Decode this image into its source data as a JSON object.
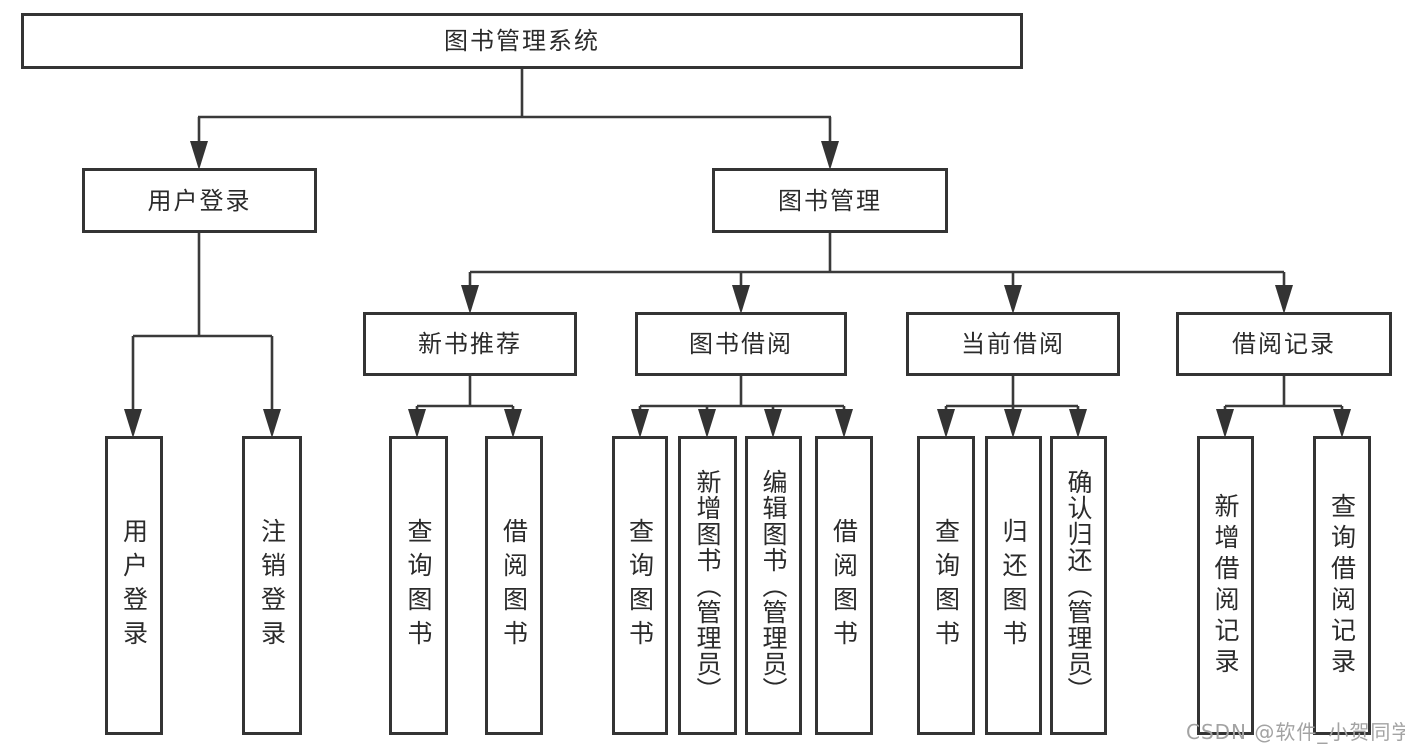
{
  "diagram": {
    "root": {
      "label": "图书管理系统",
      "children": [
        {
          "label": "用户登录",
          "children": [
            {
              "label": "用户登录"
            },
            {
              "label": "注销登录"
            }
          ]
        },
        {
          "label": "图书管理",
          "children": [
            {
              "label": "新书推荐",
              "children": [
                {
                  "label": "查询图书"
                },
                {
                  "label": "借阅图书"
                }
              ]
            },
            {
              "label": "图书借阅",
              "children": [
                {
                  "label": "查询图书"
                },
                {
                  "label": "新增图书（管理员）"
                },
                {
                  "label": "编辑图书（管理员）"
                },
                {
                  "label": "借阅图书"
                }
              ]
            },
            {
              "label": "当前借阅",
              "children": [
                {
                  "label": "查询图书"
                },
                {
                  "label": "归还图书"
                },
                {
                  "label": "确认归还（管理员）"
                }
              ]
            },
            {
              "label": "借阅记录",
              "children": [
                {
                  "label": "新增借阅记录"
                },
                {
                  "label": "查询借阅记录"
                }
              ]
            }
          ]
        }
      ]
    }
  },
  "watermark": {
    "text": "CSDN @软件_小贺同学"
  },
  "colors": {
    "line": "#3a3a3a",
    "box_border": "#343434",
    "text": "#2b2b2b",
    "background": "#ffffff",
    "watermark": "#a3a3a3"
  }
}
